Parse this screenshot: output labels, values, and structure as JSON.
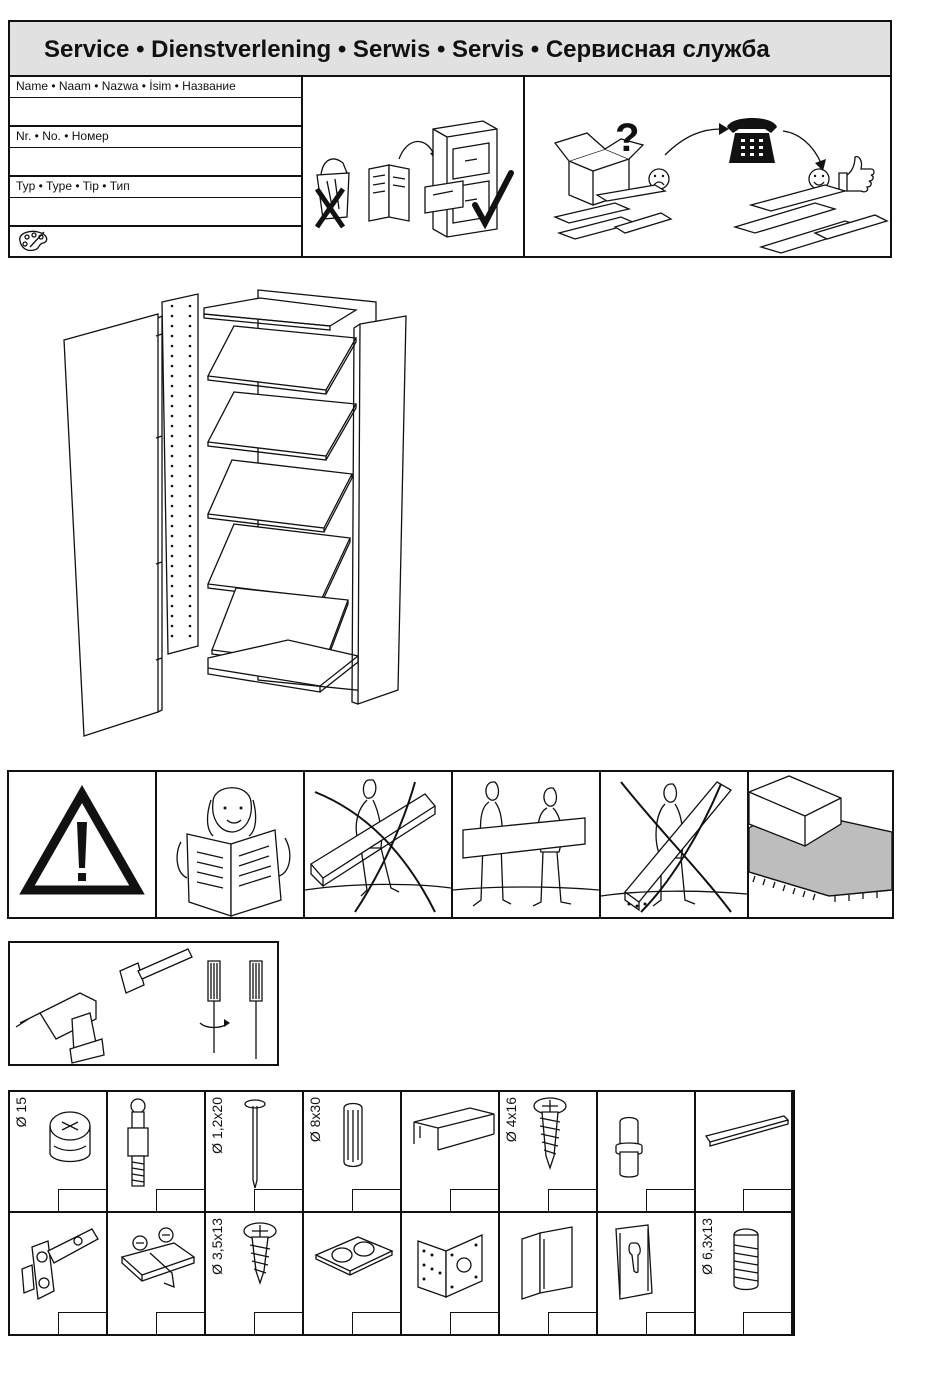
{
  "service": {
    "title": "Service • Dienstverlening • Serwis • Servis • Сервисная служба",
    "fields": [
      {
        "label": "Name • Naam • Nazwa • İsim • Название"
      },
      {
        "label": "Nr. • No. • Номер"
      },
      {
        "label": "Typ • Type • Tip • Тип"
      }
    ],
    "palette_icon": "palette-icon"
  },
  "hardware": {
    "row1": [
      {
        "label": "Ø 15",
        "icon": "cam-lock-icon"
      },
      {
        "label": "",
        "icon": "cam-bolt-icon"
      },
      {
        "label": "Ø 1,2x20",
        "icon": "nail-icon"
      },
      {
        "label": "Ø 8x30",
        "icon": "dowel-icon"
      },
      {
        "label": "",
        "icon": "shelf-clip-icon"
      },
      {
        "label": "Ø 4x16",
        "icon": "screw-icon"
      },
      {
        "label": "",
        "icon": "shelf-pin-icon"
      },
      {
        "label": "",
        "icon": "rail-icon"
      }
    ],
    "row2": [
      {
        "label": "",
        "icon": "hinge-icon"
      },
      {
        "label": "",
        "icon": "hinge-plate-icon"
      },
      {
        "label": "Ø 3,5x13",
        "icon": "screw-icon"
      },
      {
        "label": "",
        "icon": "bumper-pads-icon"
      },
      {
        "label": "",
        "icon": "angle-bracket-icon"
      },
      {
        "label": "",
        "icon": "corner-bracket-icon"
      },
      {
        "label": "",
        "icon": "hanger-bracket-icon"
      },
      {
        "label": "Ø 6,3x13",
        "icon": "euro-screw-icon"
      }
    ]
  }
}
